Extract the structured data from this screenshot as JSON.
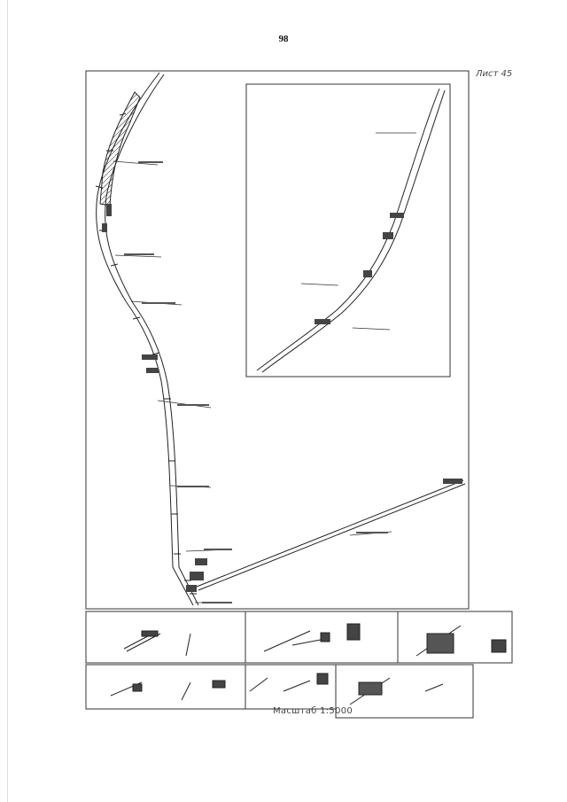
{
  "page": {
    "number": "98",
    "sheet_label": "Лист 45",
    "scale_label": "Масштаб 1:5000"
  }
}
